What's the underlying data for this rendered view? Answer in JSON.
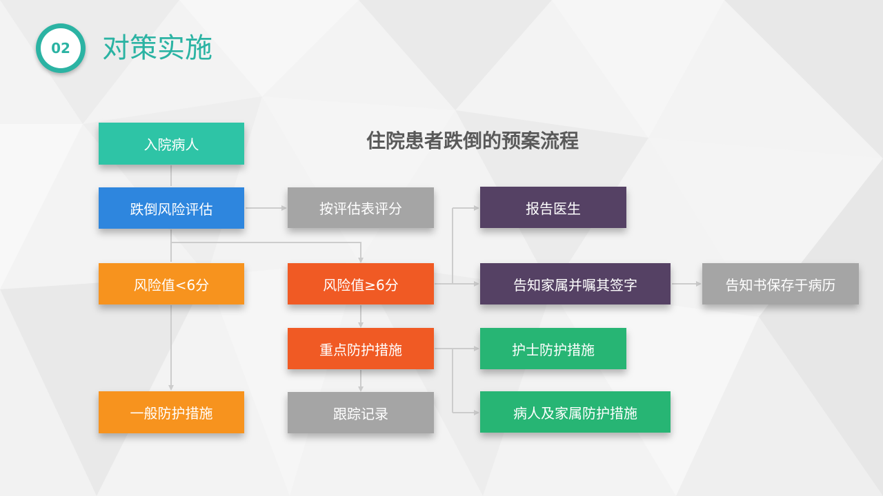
{
  "header": {
    "number": "02",
    "title": "对策实施"
  },
  "flowchart": {
    "title": "住院患者跌倒的预案流程",
    "nodes": {
      "admit": "入院病人",
      "assess": "跌倒风险评估",
      "score": "按评估表评分",
      "low_risk": "风险值<6分",
      "high_risk": "风险值≥6分",
      "report": "报告医生",
      "notify_family": "告知家属并嘱其签字",
      "archive": "告知书保存于病历",
      "key_protect": "重点防护措施",
      "nurse_protect": "护士防护措施",
      "family_protect": "病人及家属防护措施",
      "general_protect": "一般防护措施",
      "track": "跟踪记录"
    }
  },
  "colors": {
    "accent": "#2bb3a3",
    "teal": "#2ec4a6",
    "blue": "#2e86de",
    "gray": "#a5a5a5",
    "purple": "#554164",
    "orange": "#f7931e",
    "red": "#f05a24",
    "green": "#27b574",
    "connector": "#cccccc"
  }
}
